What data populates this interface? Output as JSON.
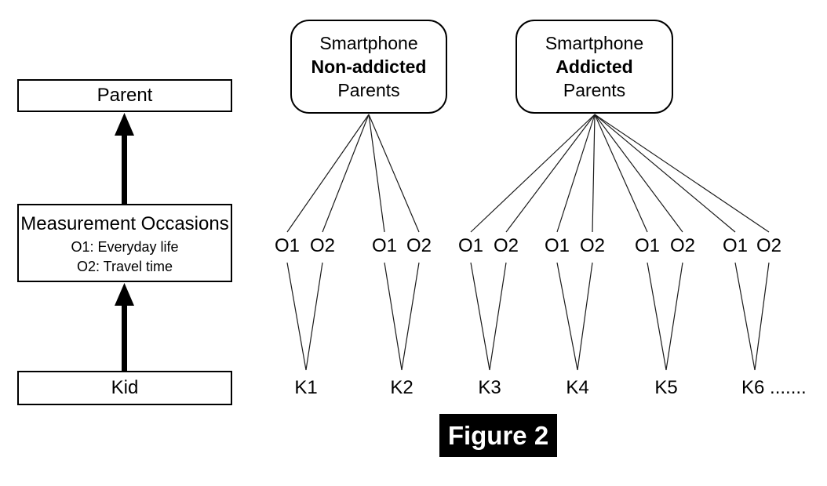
{
  "figure": {
    "caption": "Figure 2"
  },
  "left_column": {
    "parent_label": "Parent",
    "measurement_box": {
      "title": "Measurement Occasions",
      "line1": "O1: Everyday life",
      "line2": "O2: Travel time"
    },
    "kid_label": "Kid"
  },
  "groups": [
    {
      "line1": "Smartphone",
      "line2": "Non-addicted",
      "line3": "Parents"
    },
    {
      "line1": "Smartphone",
      "line2": "Addicted",
      "line3": "Parents"
    }
  ],
  "occasion_labels": [
    "O1",
    "O2",
    "O1",
    "O2",
    "O1",
    "O2",
    "O1",
    "O2",
    "O1",
    "O2",
    "O1",
    "O2"
  ],
  "kid_labels": [
    "K1",
    "K2",
    "K3",
    "K4",
    "K5",
    "K6 ......."
  ],
  "colors": {
    "line": "#1a1a1a",
    "arrow": "#000000",
    "caption_bg": "#000000",
    "caption_text": "#ffffff"
  }
}
